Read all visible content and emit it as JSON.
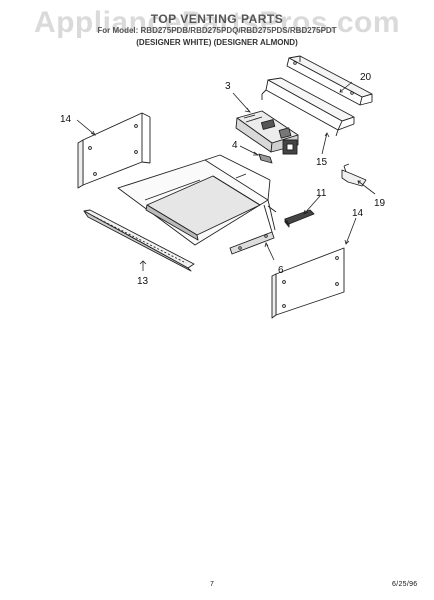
{
  "watermark": "AppliancePartsPros.com",
  "header": {
    "title": "TOP VENTING PARTS",
    "subtitle1": "For Model: RBD275PDB/RBD275PDQ/RBD275PDS/RBD275PDT",
    "subtitle2": "(DESIGNER WHITE) (DESIGNER ALMOND)"
  },
  "callouts": {
    "c3": "3",
    "c4": "4",
    "c6": "6",
    "c11": "11",
    "c13": "13",
    "c14_left": "14",
    "c14_right": "14",
    "c15": "15",
    "c19": "19",
    "c20": "20"
  },
  "footer": {
    "page_number": "7",
    "doc_code": "6/25/96"
  }
}
